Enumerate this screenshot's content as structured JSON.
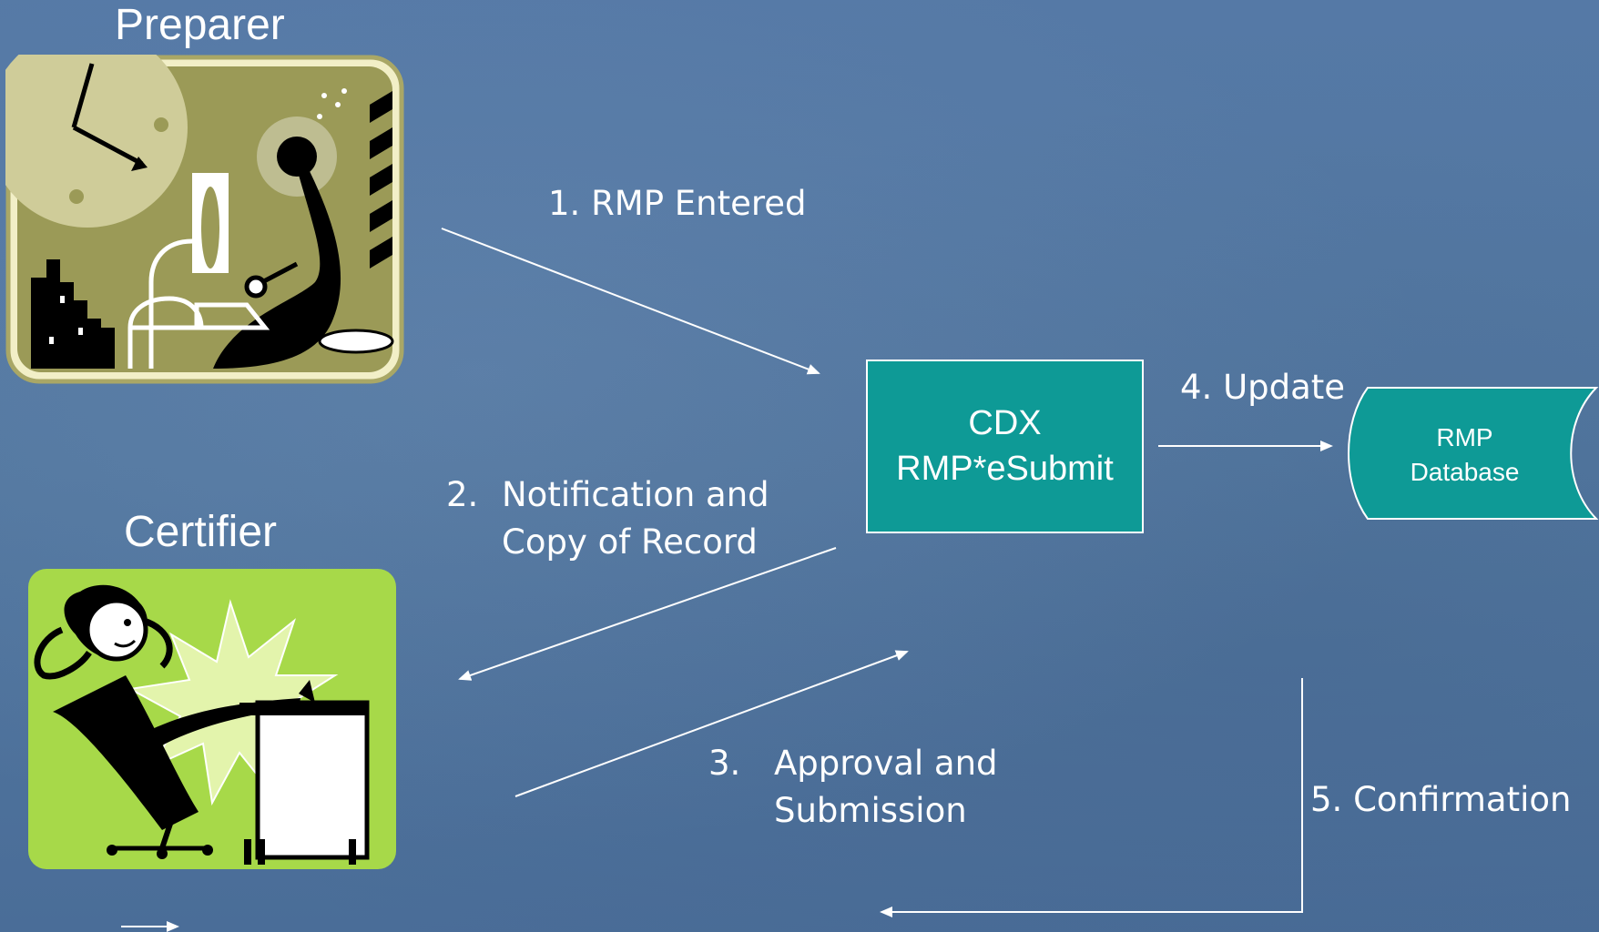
{
  "roles": {
    "preparer": "Preparer",
    "certifier": "Certifier"
  },
  "system": {
    "line1": "CDX",
    "line2": "RMP*eSubmit"
  },
  "database": {
    "line1": "RMP",
    "line2": "Database"
  },
  "steps": {
    "step1": "1. RMP Entered",
    "step2_num": "2.",
    "step2_line1": "Notification and",
    "step2_line2": "Copy of Record",
    "step3_num": "3.",
    "step3_line1": "Approval and",
    "step3_line2": "Submission",
    "step4": "4. Update",
    "step5": "5. Confirmation"
  },
  "colors": {
    "background": "#52779f",
    "system_box": "#0e9a96",
    "database": "#0e9a96",
    "preparer_bg": "#9a9a58",
    "certifier_bg": "#a6d849",
    "text": "#ffffff"
  },
  "icons": {
    "preparer": "person-at-computer-night-clipart",
    "certifier": "relaxed-person-feet-on-desk-clipart"
  }
}
